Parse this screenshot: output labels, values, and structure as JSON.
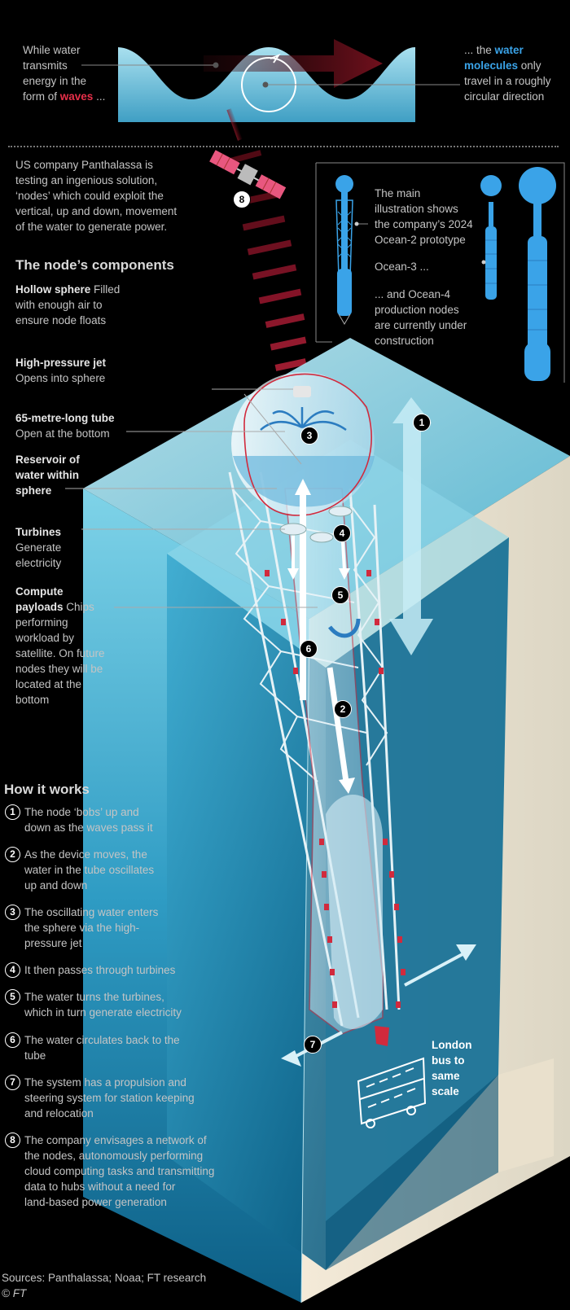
{
  "top": {
    "left_text": [
      "While water",
      "transmits",
      "energy in the",
      "form of "
    ],
    "left_highlight": "waves",
    "left_suffix": " ...",
    "right_prefix": "... the ",
    "right_highlight_1": "water",
    "right_highlight_2": "molecules",
    "right_suffix_1": " only",
    "right_lines": [
      "travel in a roughly",
      "circular direction"
    ]
  },
  "intro": [
    "US company Panthalassa is",
    "testing an ingenious solution,",
    "‘nodes’ which could exploit the",
    "vertical, up and down, movement",
    "of the water to generate power."
  ],
  "prototypes": {
    "main_text": [
      "The main",
      "illustration shows",
      "the company’s 2024",
      "Ocean-2 prototype"
    ],
    "ocean3": "Ocean-3 ...",
    "ocean4": [
      "... and Ocean-4",
      "production nodes",
      "are currently under",
      "construction"
    ]
  },
  "components_title": "The node’s components",
  "components": [
    {
      "name": "Hollow sphere",
      "desc_inline": " Filled",
      "desc_lines": [
        "with enough air to",
        "ensure node floats"
      ]
    },
    {
      "name": "High-pressure jet",
      "desc_lines": [
        "Opens into sphere"
      ]
    },
    {
      "name": "65-metre-long tube",
      "desc_lines": [
        "Open at the bottom"
      ]
    },
    {
      "name_lines": [
        "Reservoir of",
        "water within",
        "sphere"
      ]
    },
    {
      "name": "Turbines",
      "desc_lines": [
        "Generate",
        "electricity"
      ]
    },
    {
      "name_lines": [
        "Compute",
        "payloads"
      ],
      "desc_inline": " Chips",
      "desc_lines": [
        "performing",
        "workload by",
        "satellite. On future",
        "nodes they will be",
        "located at the",
        "bottom"
      ]
    }
  ],
  "how_title": "How it works",
  "steps": [
    {
      "num": "1",
      "lines": [
        "The node ‘bobs’ up and",
        "down as the waves pass it"
      ]
    },
    {
      "num": "2",
      "lines": [
        "As the device moves, the",
        "water in the tube oscillates",
        "up and down"
      ]
    },
    {
      "num": "3",
      "lines": [
        "The oscillating water enters",
        "the sphere via the high-",
        "pressure jet"
      ]
    },
    {
      "num": "4",
      "lines": [
        "It then passes through turbines"
      ]
    },
    {
      "num": "5",
      "lines": [
        "The water turns the turbines,",
        "which in turn generate electricity"
      ]
    },
    {
      "num": "6",
      "lines": [
        "The water circulates back to the",
        "tube"
      ]
    },
    {
      "num": "7",
      "lines": [
        "The system has a propulsion and",
        "steering system for station keeping",
        "and relocation"
      ]
    },
    {
      "num": "8",
      "lines": [
        "The company envisages a network of",
        "the nodes, autonomously performing",
        "cloud computing tasks and transmitting",
        "data to hubs without a need for",
        "land-based power generation"
      ]
    }
  ],
  "badges": [
    "1",
    "2",
    "3",
    "4",
    "5",
    "6",
    "7",
    "8"
  ],
  "bus_label": [
    "London",
    "bus to",
    "same",
    "scale"
  ],
  "sources": "Sources: Panthalassa; Noaa; FT research",
  "copyright": "© FT",
  "colors": {
    "accent_red": "#e8304a",
    "accent_blue": "#3aa3e8",
    "sea": "#5fc3df",
    "satellite": "#e8577f"
  }
}
